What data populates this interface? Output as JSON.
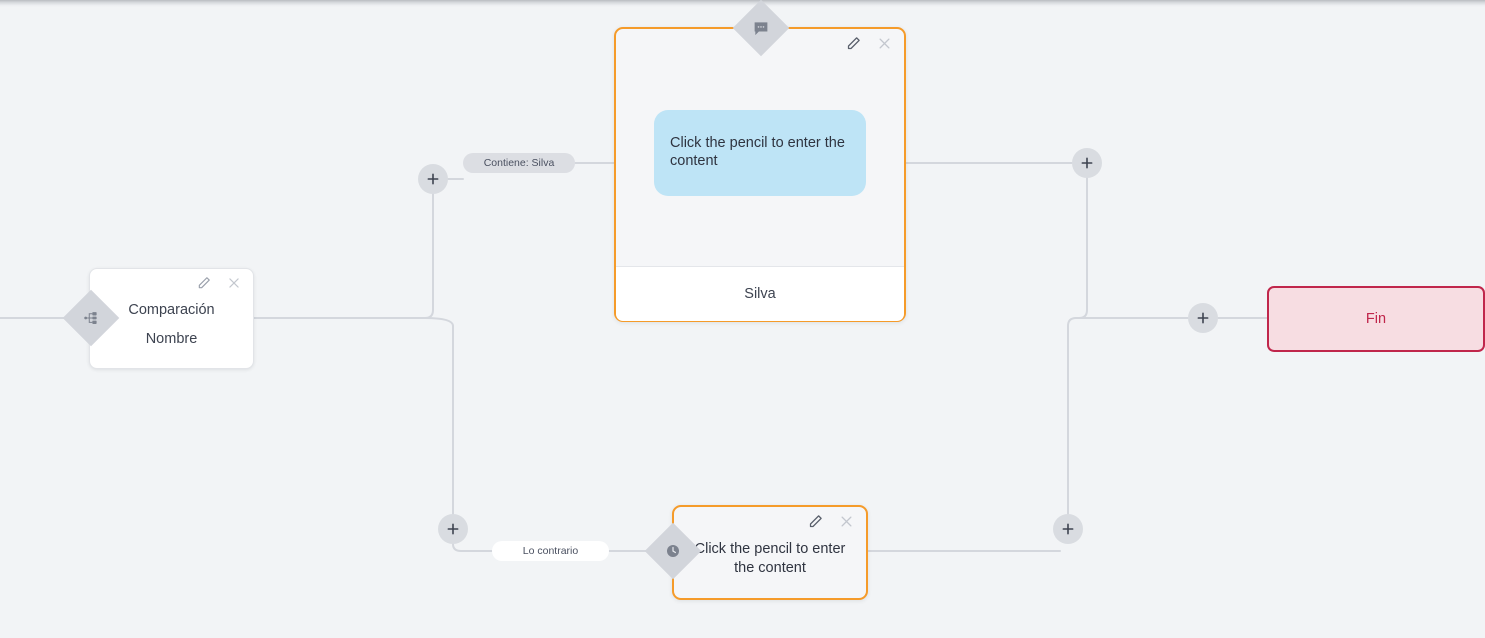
{
  "canvas": {
    "background": "#f2f4f6",
    "edge_color": "#d4d7dd",
    "accent_orange": "#f59b2a",
    "accent_crimson": "#c0264b",
    "bubble_blue": "#bee4f6"
  },
  "nodes": {
    "comparacion": {
      "title": "Comparación",
      "subtitle": "Nombre",
      "icon": "sitemap-icon",
      "edit_icon": "pencil-icon",
      "close_icon": "close-icon"
    },
    "message": {
      "bubble_text": "Click the pencil to enter the content",
      "footer_text": "Silva",
      "icon": "chat-bubble-icon",
      "edit_icon": "pencil-icon",
      "close_icon": "close-icon"
    },
    "wait": {
      "text": "Click the pencil to enter the content",
      "icon": "clock-icon",
      "edit_icon": "pencil-icon",
      "close_icon": "close-icon"
    },
    "fin": {
      "label": "Fin"
    }
  },
  "edge_labels": {
    "contiene": "Contiene: Silva",
    "contrario": "Lo contrario"
  },
  "add_buttons": {
    "label": "+",
    "count": 5
  }
}
